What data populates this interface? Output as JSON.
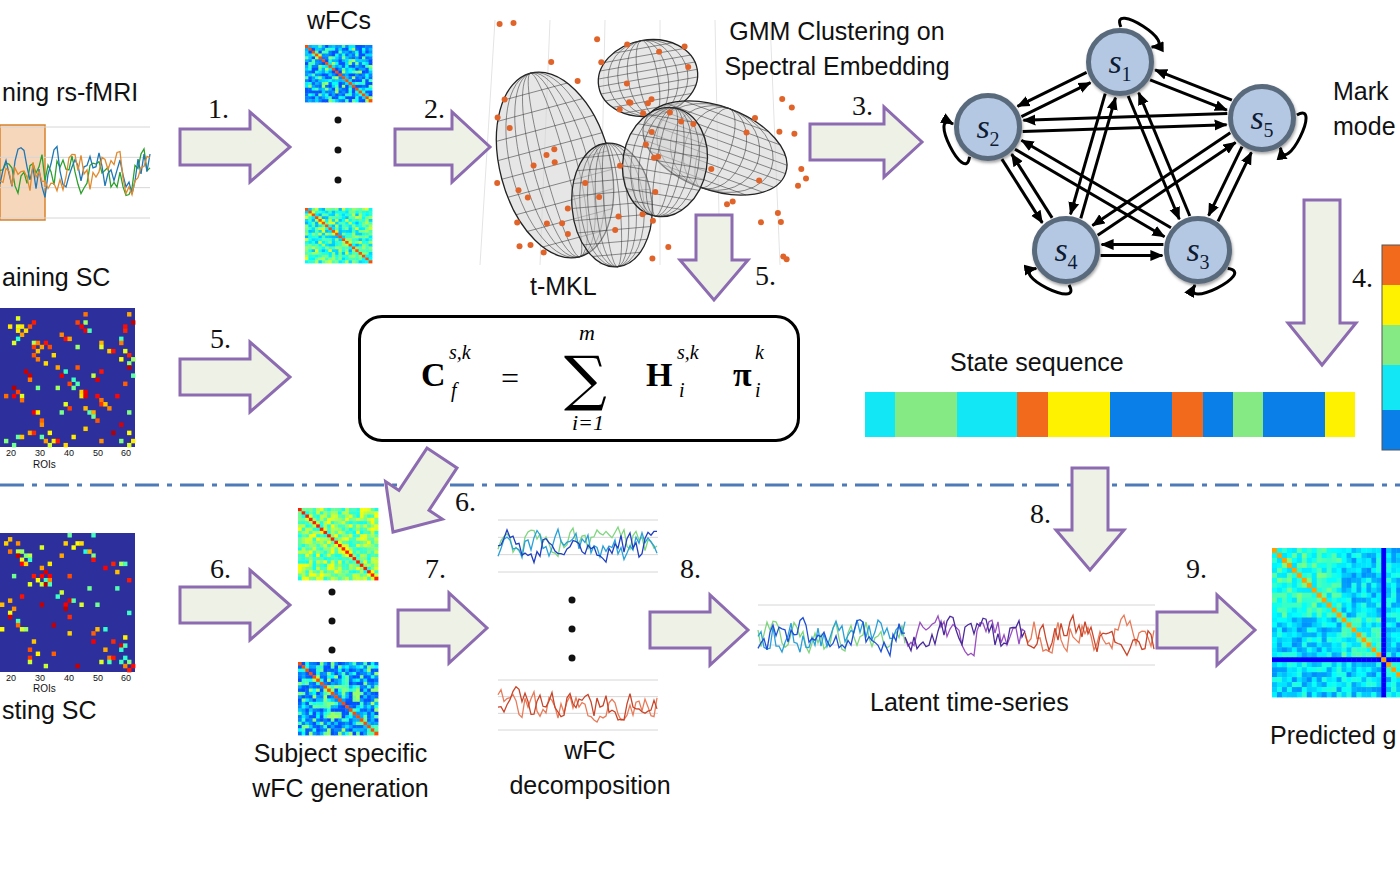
{
  "diagram": {
    "nodes": [
      {
        "text": [
          "s",
          "1"
        ]
      },
      {
        "text": [
          "s",
          "2"
        ]
      },
      {
        "text": [
          "s",
          "5"
        ]
      },
      {
        "text": [
          "s",
          "4"
        ]
      },
      {
        "text": [
          "s",
          "3"
        ]
      },
      {
        "text": [
          "C",
          "s,k",
          "f",
          "=",
          "m",
          "∑",
          "i=1",
          "H",
          "s,k",
          "i",
          "π",
          "k",
          "i"
        ]
      }
    ],
    "edges": [
      {
        "from": 0,
        "to": 1,
        "arrow": "to"
      },
      {
        "from": 1,
        "to": 0,
        "arrow": "to"
      },
      {
        "from": 0,
        "to": 2,
        "arrow": "to"
      },
      {
        "from": 2,
        "to": 0,
        "arrow": "to"
      },
      {
        "from": 0,
        "to": 3,
        "arrow": "to"
      },
      {
        "from": 3,
        "to": 0,
        "arrow": "to"
      },
      {
        "from": 0,
        "to": 4,
        "arrow": "to"
      },
      {
        "from": 4,
        "to": 0,
        "arrow": "to"
      },
      {
        "from": 1,
        "to": 2,
        "arrow": "to"
      },
      {
        "from": 2,
        "to": 1,
        "arrow": "to"
      },
      {
        "from": 1,
        "to": 3,
        "arrow": "to"
      },
      {
        "from": 3,
        "to": 1,
        "arrow": "to"
      },
      {
        "from": 1,
        "to": 4,
        "arrow": "to"
      },
      {
        "from": 4,
        "to": 1,
        "arrow": "to"
      },
      {
        "from": 2,
        "to": 3,
        "arrow": "to"
      },
      {
        "from": 3,
        "to": 2,
        "arrow": "to"
      },
      {
        "from": 2,
        "to": 4,
        "arrow": "to"
      },
      {
        "from": 4,
        "to": 2,
        "arrow": "to"
      },
      {
        "from": 3,
        "to": 4,
        "arrow": "to"
      },
      {
        "from": 4,
        "to": 3,
        "arrow": "to"
      },
      {
        "from": 0,
        "to": 0,
        "arrow": "to"
      },
      {
        "from": 1,
        "to": 1,
        "arrow": "to"
      },
      {
        "from": 2,
        "to": 2,
        "arrow": "to"
      },
      {
        "from": 3,
        "to": 3,
        "arrow": "to"
      },
      {
        "from": 4,
        "to": 4,
        "arrow": "to"
      }
    ],
    "labels": [
      "ning rs-fMRI",
      "wFCs",
      "1.",
      "2.",
      "GMM Clustering on Spectral Embedding",
      "3.",
      "Mark mode",
      "aining SC",
      "5.",
      "t-MKL",
      "5.",
      "4.",
      "State sequence",
      "20",
      "30",
      "40",
      "50",
      "60",
      "ROIs",
      "6.",
      "8.",
      "sting SC",
      "20",
      "30",
      "40",
      "50",
      "60",
      "ROIs",
      "6.",
      "7.",
      "8.",
      "9.",
      "Subject specific wFC generation",
      "wFC decomposition",
      "Latent time-series",
      "Predicted g"
    ]
  }
}
